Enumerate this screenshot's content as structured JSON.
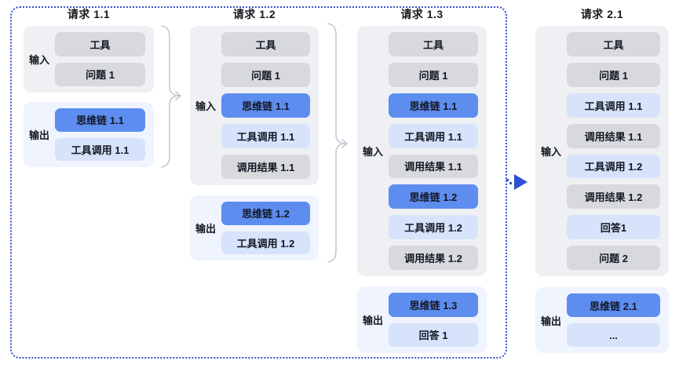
{
  "colors": {
    "background": "#ffffff",
    "frame_border": "#3352c9",
    "box_gray": "#d7d9dd",
    "box_blue": "#5e8df0",
    "box_lightblue": "#d6e3fb",
    "group_gray": "#eef0f3",
    "group_lightblue": "#eff4fe",
    "bracket_gray": "#c3c8d2",
    "arrow_blue": "#2a50d4",
    "text": "#15181d"
  },
  "connectors": {
    "bracket_1": "brace-arrow-icon",
    "bracket_2": "brace-arrow-icon",
    "jump": "dashed-arrow-icon"
  },
  "columns": [
    {
      "title": "请求 1.1",
      "input": {
        "label": "输入",
        "boxes": [
          {
            "text": "工具",
            "style": "gray"
          },
          {
            "text": "问题 1",
            "style": "gray"
          }
        ]
      },
      "output": {
        "label": "输出",
        "boxes": [
          {
            "text": "思维链 1.1",
            "style": "blue"
          },
          {
            "text": "工具调用 1.1",
            "style": "lightblue"
          }
        ]
      }
    },
    {
      "title": "请求 1.2",
      "input": {
        "label": "输入",
        "boxes": [
          {
            "text": "工具",
            "style": "gray"
          },
          {
            "text": "问题 1",
            "style": "gray"
          },
          {
            "text": "思维链 1.1",
            "style": "blue"
          },
          {
            "text": "工具调用 1.1",
            "style": "lightblue"
          },
          {
            "text": "调用结果 1.1",
            "style": "gray"
          }
        ]
      },
      "output": {
        "label": "输出",
        "boxes": [
          {
            "text": "思维链 1.2",
            "style": "blue"
          },
          {
            "text": "工具调用 1.2",
            "style": "lightblue"
          }
        ]
      }
    },
    {
      "title": "请求 1.3",
      "input": {
        "label": "输入",
        "boxes": [
          {
            "text": "工具",
            "style": "gray"
          },
          {
            "text": "问题 1",
            "style": "gray"
          },
          {
            "text": "思维链 1.1",
            "style": "blue"
          },
          {
            "text": "工具调用 1.1",
            "style": "lightblue"
          },
          {
            "text": "调用结果 1.1",
            "style": "gray"
          },
          {
            "text": "思维链 1.2",
            "style": "blue"
          },
          {
            "text": "工具调用 1.2",
            "style": "lightblue"
          },
          {
            "text": "调用结果 1.2",
            "style": "gray"
          }
        ]
      },
      "output": {
        "label": "输出",
        "boxes": [
          {
            "text": "思维链 1.3",
            "style": "blue"
          },
          {
            "text": "回答 1",
            "style": "lightblue"
          }
        ]
      }
    },
    {
      "title": "请求 2.1",
      "input": {
        "label": "输入",
        "boxes": [
          {
            "text": "工具",
            "style": "gray"
          },
          {
            "text": "问题 1",
            "style": "gray"
          },
          {
            "text": "工具调用 1.1",
            "style": "lightblue"
          },
          {
            "text": "调用结果 1.1",
            "style": "gray"
          },
          {
            "text": "工具调用 1.2",
            "style": "lightblue"
          },
          {
            "text": "调用结果 1.2",
            "style": "gray"
          },
          {
            "text": "回答1",
            "style": "lightblue"
          },
          {
            "text": "问题 2",
            "style": "gray"
          }
        ]
      },
      "output": {
        "label": "输出",
        "boxes": [
          {
            "text": "思维链 2.1",
            "style": "blue"
          },
          {
            "text": "...",
            "style": "lightblue"
          }
        ]
      }
    }
  ]
}
